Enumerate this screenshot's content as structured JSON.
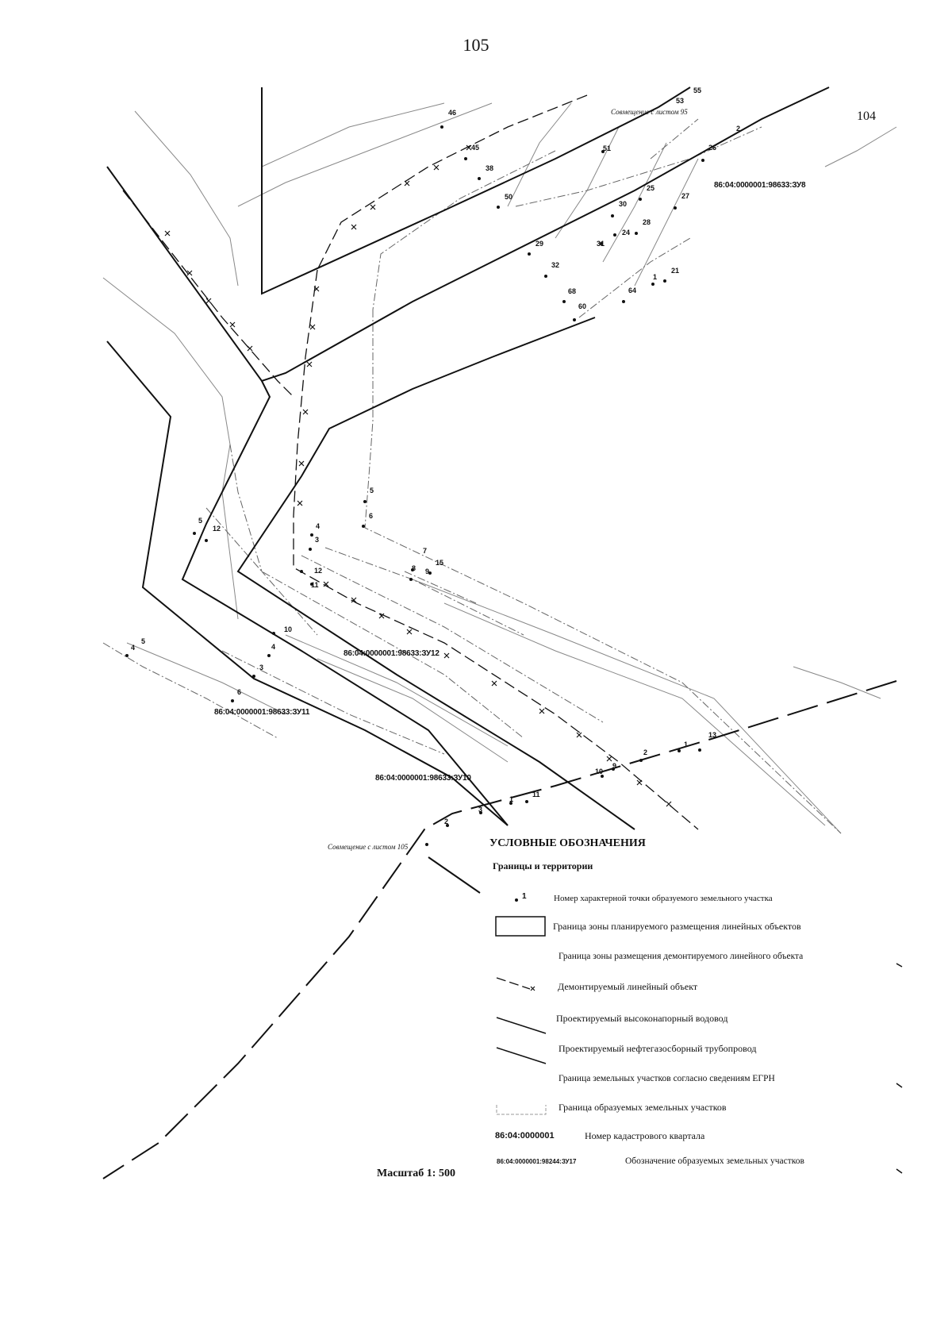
{
  "page_number": "105",
  "sheet_number": "104",
  "match_labels": {
    "top": "Совмещение с листом 95",
    "bottom": "Совмещение с листом 105"
  },
  "plot_labels": {
    "zu8": "86:04:0000001:98633:ЗУ8",
    "zu12": "86:04:0000001:98633:ЗУ12",
    "zu11": "86:04:0000001:98633:ЗУ11",
    "zu10": "86:04:0000001:98633:ЗУ10"
  },
  "points": [
    {
      "id": "p46",
      "label": "46"
    },
    {
      "id": "p45",
      "label": "45"
    },
    {
      "id": "p38",
      "label": "38"
    },
    {
      "id": "p53",
      "label": "53"
    },
    {
      "id": "p55",
      "label": "55"
    },
    {
      "id": "p51",
      "label": "51"
    },
    {
      "id": "p50",
      "label": "50"
    },
    {
      "id": "p26",
      "label": "26"
    },
    {
      "id": "p2a",
      "label": "2"
    },
    {
      "id": "p25",
      "label": "25"
    },
    {
      "id": "p30",
      "label": "30"
    },
    {
      "id": "p27",
      "label": "27"
    },
    {
      "id": "p28",
      "label": "28"
    },
    {
      "id": "p24",
      "label": "24"
    },
    {
      "id": "p29",
      "label": "29"
    },
    {
      "id": "p31",
      "label": "31"
    },
    {
      "id": "p32",
      "label": "32"
    },
    {
      "id": "p1a",
      "label": "1"
    },
    {
      "id": "p21",
      "label": "21"
    },
    {
      "id": "p64",
      "label": "64"
    },
    {
      "id": "p60",
      "label": "60"
    },
    {
      "id": "p68",
      "label": "68"
    },
    {
      "id": "p5a",
      "label": "5"
    },
    {
      "id": "p6a",
      "label": "6"
    },
    {
      "id": "p4a",
      "label": "4"
    },
    {
      "id": "p3a",
      "label": "3"
    },
    {
      "id": "p5b",
      "label": "5"
    },
    {
      "id": "p12a",
      "label": "12"
    },
    {
      "id": "p7a",
      "label": "7"
    },
    {
      "id": "p8a",
      "label": "8"
    },
    {
      "id": "p9a",
      "label": "9"
    },
    {
      "id": "p15",
      "label": "15"
    },
    {
      "id": "p12b",
      "label": "12"
    },
    {
      "id": "p11a",
      "label": "11"
    },
    {
      "id": "p10a",
      "label": "10"
    },
    {
      "id": "p4b",
      "label": "4"
    },
    {
      "id": "p5c",
      "label": "5"
    },
    {
      "id": "p3b",
      "label": "3"
    },
    {
      "id": "p6b",
      "label": "6"
    },
    {
      "id": "p4c",
      "label": "4"
    },
    {
      "id": "p13",
      "label": "13"
    },
    {
      "id": "p1b",
      "label": "1"
    },
    {
      "id": "p2b",
      "label": "2"
    },
    {
      "id": "p9b",
      "label": "9"
    },
    {
      "id": "p10b",
      "label": "10"
    },
    {
      "id": "p11b",
      "label": "11"
    },
    {
      "id": "p1c",
      "label": "1"
    },
    {
      "id": "p3c",
      "label": "3"
    },
    {
      "id": "p2c",
      "label": "2"
    }
  ],
  "legend": {
    "title": "УСЛОВНЫЕ ОБОЗНАЧЕНИЯ",
    "subtitle": "Границы и территории",
    "point_marker": "1",
    "items": [
      {
        "text": "Номер характерной точки образуемого земельного участка"
      },
      {
        "text": "Граница зоны планируемого размещения линейных объектов"
      },
      {
        "text": "Граница зоны размещения демонтируемого линейного объекта"
      },
      {
        "text": "Демонтируемый линейный объект"
      },
      {
        "text": "Проектируемый высоконапорный водовод"
      },
      {
        "text": "Проектируемый нефтегазосборный трубопровод"
      },
      {
        "text": "Граница земельных участков согласно сведениям ЕГРН"
      },
      {
        "text": "Граница образуемых земельных участков"
      },
      {
        "text": "Номер кадастрового квартала",
        "code": "86:04:0000001"
      },
      {
        "text": "Обозначение образуемых земельных участков",
        "code": "86:04:0000001:98244:ЗУ17"
      }
    ]
  },
  "scale": "Масштаб 1: 500"
}
